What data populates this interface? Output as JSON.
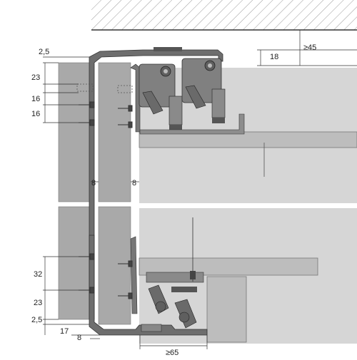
{
  "dimensions": {
    "top_gap": "2,5",
    "upper_offset": "23",
    "screw_spacing_1": "16",
    "screw_spacing_2": "16",
    "panel_gap_top": "18",
    "ceiling_clearance": "≥45",
    "door_thickness_left": "8",
    "door_thickness_right": "8",
    "lower_spacing": "32",
    "lower_offset": "23",
    "bottom_gap": "2,5",
    "bottom_clearance": "17",
    "bottom_door_gap": "8",
    "track_width": "≥65"
  },
  "colors": {
    "panel": "#a9a9a9",
    "panel_light": "#d6d6d6",
    "rail": "#7a7a7a",
    "line": "#333333",
    "hatch": "#9a9a9a"
  }
}
